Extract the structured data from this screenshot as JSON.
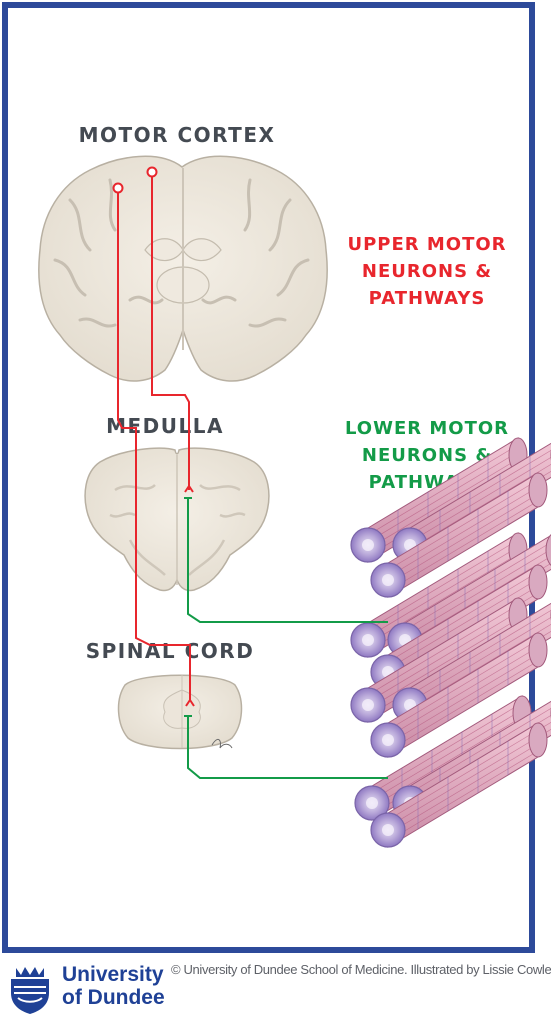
{
  "labels": {
    "motor_cortex": "MOTOR CORTEX",
    "medulla": "MEDULLA",
    "spinal_cord": "SPINAL CORD",
    "upper_motor": [
      "UPPER MOTOR",
      "NEURONS &",
      "PATHWAYS"
    ],
    "lower_motor": [
      "LOWER MOTOR",
      "NEURONS &",
      "PATHWAYS"
    ]
  },
  "colors": {
    "frame": "#2d4a9a",
    "upper_pathway": "#e8262d",
    "lower_pathway": "#139b48",
    "region_label": "#444a52",
    "logo": "#1f4196"
  },
  "icons": [
    "muscle-fiber-icon",
    "crest-icon"
  ],
  "footer": {
    "logo_line1": "University",
    "logo_line2": "of Dundee",
    "credit": "© University of Dundee School of Medicine. Illustrated by Lissie Cowley."
  }
}
